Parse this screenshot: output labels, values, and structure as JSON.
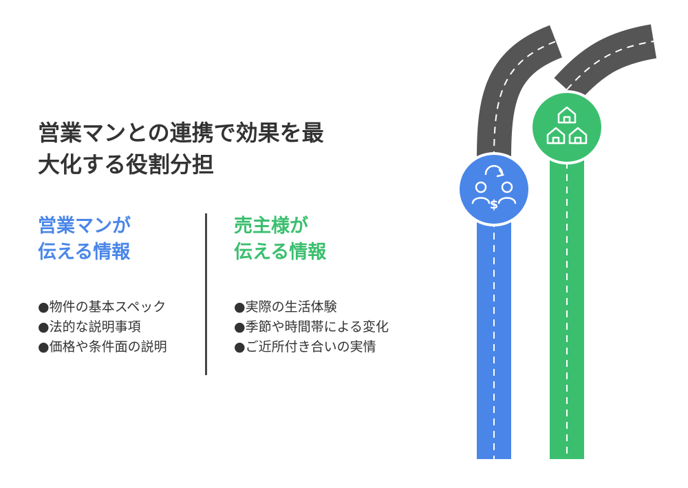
{
  "title": {
    "line1": "営業マンとの連携で効果を最",
    "line2": "大化する役割分担"
  },
  "left": {
    "heading_line1": "営業マンが",
    "heading_line2": "伝える情報",
    "color": "#4a86e8",
    "items": [
      "物件の基本スペック",
      "法的な説明事項",
      "価格や条件面の説明"
    ],
    "icon": "people-exchange-money-icon"
  },
  "right": {
    "heading_line1": "売主様が",
    "heading_line2": "伝える情報",
    "color": "#3bbf6f",
    "items": [
      "実際の生活体験",
      "季節や時間帯による変化",
      "ご近所付き合いの実情"
    ],
    "icon": "houses-icon"
  },
  "road_color": "#555555"
}
